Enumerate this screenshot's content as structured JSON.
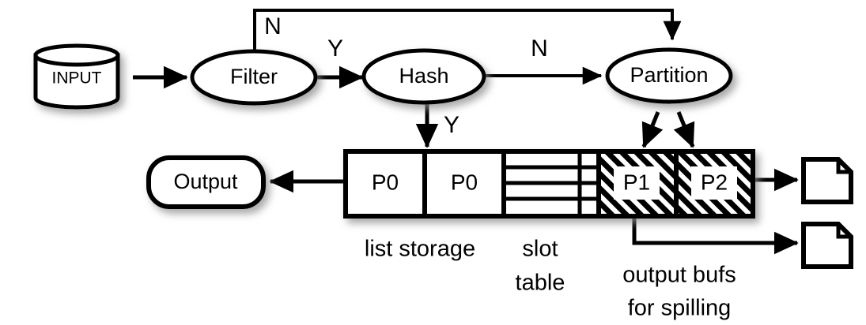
{
  "diagram": {
    "title": "Hash aggregation dataflow with list storage, slot table and output spill buffers",
    "colors": {
      "stroke": "#000000",
      "fill": "#ffffff",
      "shadow": "#9a9a9a",
      "background": "#ffffff"
    },
    "nodes": {
      "input": {
        "label": "INPUT",
        "shape": "cylinder"
      },
      "filter": {
        "label": "Filter",
        "shape": "ellipse"
      },
      "hash": {
        "label": "Hash",
        "shape": "ellipse"
      },
      "partition": {
        "label": "Partition",
        "shape": "ellipse"
      },
      "output": {
        "label": "Output",
        "shape": "rounded-rect"
      },
      "spill_file_top": {
        "label": "",
        "shape": "document"
      },
      "spill_file_bottom": {
        "label": "",
        "shape": "document"
      }
    },
    "edge_labels": {
      "filter_reject": "N",
      "filter_accept": "Y",
      "hash_miss": "N",
      "hash_hit": "Y"
    },
    "memory_bar": {
      "cells": [
        {
          "name": "list-storage-cell-1",
          "label": "P0",
          "style": "plain"
        },
        {
          "name": "list-storage-cell-2",
          "label": "P0",
          "style": "plain"
        },
        {
          "name": "slot-table-cell",
          "label": "",
          "style": "slot-rows",
          "rows": 4
        },
        {
          "name": "output-buf-cell-p1",
          "label": "P1",
          "style": "hatched"
        },
        {
          "name": "output-buf-cell-p2",
          "label": "P2",
          "style": "hatched"
        }
      ]
    },
    "captions": {
      "list_storage": "list storage",
      "slot_table_line1": "slot",
      "slot_table_line2": "table",
      "output_bufs_line1": "output bufs",
      "output_bufs_line2": "for spilling"
    }
  }
}
